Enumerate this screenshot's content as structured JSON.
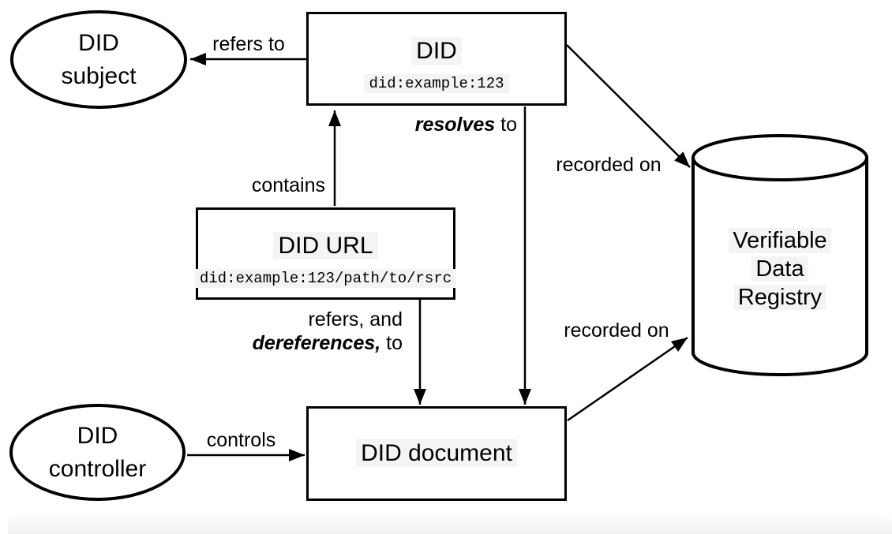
{
  "nodes": {
    "did_subject": {
      "line1": "DID",
      "line2": "subject"
    },
    "did": {
      "title": "DID",
      "code": "did:example:123"
    },
    "did_url": {
      "title": "DID URL",
      "code": "did:example:123/path/to/rsrc"
    },
    "did_document": {
      "title": "DID document"
    },
    "did_controller": {
      "line1": "DID",
      "line2": "controller"
    },
    "registry": {
      "line1": "Verifiable",
      "line2": "Data",
      "line3": "Registry"
    }
  },
  "edges": {
    "refers_to": {
      "label": "refers to"
    },
    "contains": {
      "label": "contains"
    },
    "resolves": {
      "emphasis": "resolves",
      "rest": " to"
    },
    "dereferences": {
      "line1": "refers, and",
      "emphasis": "dereferences,",
      "rest": " to"
    },
    "controls": {
      "label": "controls"
    },
    "recorded_on_top": {
      "label": "recorded on"
    },
    "recorded_on_bottom": {
      "label": "recorded on"
    }
  },
  "colors": {
    "line": "#000000",
    "node_fill": "#ffffff",
    "text_highlight": "#f4f4f4",
    "footer_bar": "#f2f2f2",
    "background": "#ffffff"
  }
}
